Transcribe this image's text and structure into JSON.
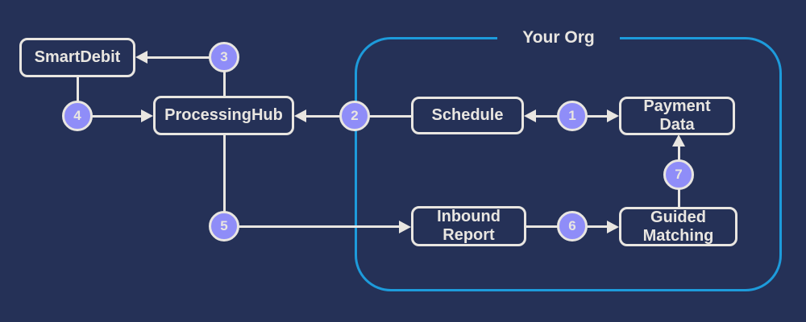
{
  "diagram": {
    "colors": {
      "background": "#253157",
      "stroke": "#e9e6e1",
      "step_fill": "#8f8df8",
      "boundary": "#1d9bdb"
    },
    "boundary_label": "Your Org",
    "nodes": {
      "smartdebit": {
        "label": "SmartDebit"
      },
      "processinghub": {
        "label": "ProcessingHub"
      },
      "schedule": {
        "label": "Schedule"
      },
      "payment_data": {
        "line1": "Payment",
        "line2": "Data"
      },
      "inbound_report": {
        "line1": "Inbound",
        "line2": "Report"
      },
      "guided_matching": {
        "line1": "Guided",
        "line2": "Matching"
      }
    },
    "steps": {
      "s1": "1",
      "s2": "2",
      "s3": "3",
      "s4": "4",
      "s5": "5",
      "s6": "6",
      "s7": "7"
    },
    "inside_boundary": [
      "Schedule",
      "Payment Data",
      "Inbound Report",
      "Guided Matching"
    ],
    "edges": [
      {
        "step": "1",
        "from": "Schedule",
        "to": "Payment Data",
        "bidirectional": true
      },
      {
        "step": "2",
        "from": "Schedule",
        "to": "ProcessingHub",
        "bidirectional": false
      },
      {
        "step": "3",
        "from": "ProcessingHub",
        "to": "SmartDebit",
        "bidirectional": false
      },
      {
        "step": "4",
        "from": "SmartDebit",
        "to": "ProcessingHub",
        "bidirectional": false
      },
      {
        "step": "5",
        "from": "ProcessingHub",
        "to": "Inbound Report",
        "bidirectional": false
      },
      {
        "step": "6",
        "from": "Inbound Report",
        "to": "Guided Matching",
        "bidirectional": false
      },
      {
        "step": "7",
        "from": "Guided Matching",
        "to": "Payment Data",
        "bidirectional": false
      }
    ]
  }
}
